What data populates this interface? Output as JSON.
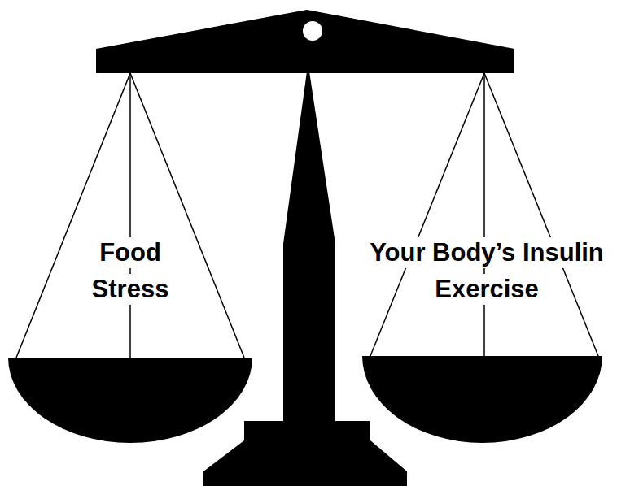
{
  "diagram": {
    "labels": [
      "Food",
      "Stress",
      "Your Body’s Insulin",
      "Exercise"
    ]
  }
}
